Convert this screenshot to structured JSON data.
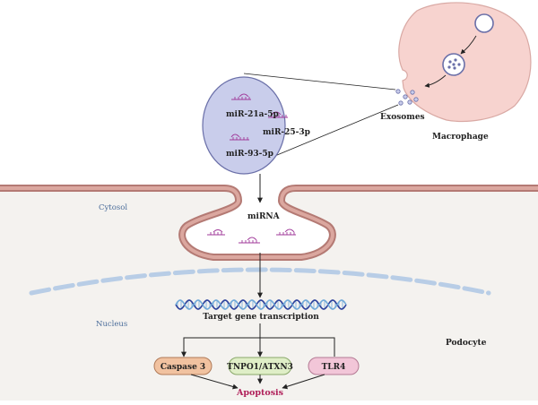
{
  "labels": {
    "mir1": "miR-21a-5p",
    "mir2": "miR-25-3p",
    "mir3": "miR-93-5p",
    "exosomes": "Exosomes",
    "macrophage": "Macrophage",
    "cytosol": "Cytosol",
    "mirna": "miRNA",
    "nucleus": "Nucleus",
    "target": "Target gene transcription",
    "podocyte": "Podocyte",
    "caspase": "Caspase 3",
    "tnpo": "TNPO1/ATXN3",
    "tlr4": "TLR4",
    "apoptosis": "Apoptosis"
  },
  "colors": {
    "macrophage_fill": "#f7d3cf",
    "macrophage_stroke": "#d9a9a4",
    "vesicle_fill": "#c9cdeb",
    "vesicle_stroke": "#6a6fa8",
    "membrane_outer": "#b47a74",
    "membrane_inner": "#dba79f",
    "cytosol_bg": "#f4f2ef",
    "mirna": "#a03a9a",
    "nuclear_envelope": "#b8cde6",
    "dna_1": "#2a3f9a",
    "dna_2": "#6fa8d8",
    "caspase_fill": "#f1c2a0",
    "caspase_stroke": "#b07a58",
    "tnpo_fill": "#dfeec7",
    "tnpo_stroke": "#8aa86a",
    "tlr4_fill": "#f2c6d8",
    "tlr4_stroke": "#b47a94",
    "apoptosis": "#b0205a"
  }
}
